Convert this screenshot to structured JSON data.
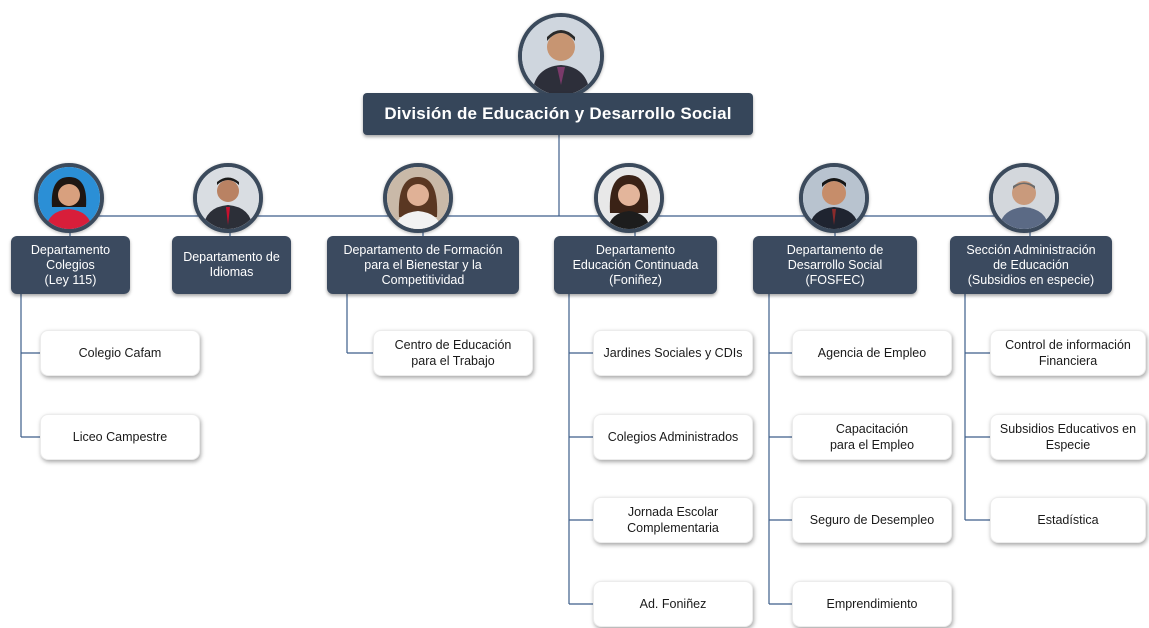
{
  "top": {
    "title": "División de Educación y Desarrollo Social",
    "photo": "person-photo"
  },
  "departments": [
    {
      "lines": [
        "Departamento",
        "Colegios",
        "(Ley 115)"
      ],
      "photo": "person-photo",
      "children": [
        {
          "lines": [
            "Colegio Cafam"
          ]
        },
        {
          "lines": [
            "Liceo Campestre"
          ]
        }
      ]
    },
    {
      "lines": [
        "Departamento de",
        "Idiomas"
      ],
      "photo": "person-photo",
      "children": []
    },
    {
      "lines": [
        "Departamento de Formación",
        "para el Bienestar y la",
        "Competitividad"
      ],
      "photo": "person-photo",
      "children": [
        {
          "lines": [
            "Centro de Educación",
            "para el Trabajo"
          ]
        }
      ]
    },
    {
      "lines": [
        "Departamento",
        "Educación Continuada",
        "(Foniñez)"
      ],
      "photo": "person-photo",
      "children": [
        {
          "lines": [
            "Jardines Sociales y CDIs"
          ]
        },
        {
          "lines": [
            "Colegios Administrados"
          ]
        },
        {
          "lines": [
            "Jornada Escolar",
            "Complementaria"
          ]
        },
        {
          "lines": [
            "Ad. Foniñez"
          ]
        }
      ]
    },
    {
      "lines": [
        "Departamento de",
        "Desarrollo Social",
        "(FOSFEC)"
      ],
      "photo": "person-photo",
      "children": [
        {
          "lines": [
            "Agencia de Empleo"
          ]
        },
        {
          "lines": [
            "Capacitación",
            "para el Empleo"
          ]
        },
        {
          "lines": [
            "Seguro de Desempleo"
          ]
        },
        {
          "lines": [
            "Emprendimiento"
          ]
        }
      ]
    },
    {
      "lines": [
        "Sección Administración",
        "de Educación",
        "(Subsidios en especie)"
      ],
      "photo": "person-photo",
      "children": [
        {
          "lines": [
            "Control de información",
            "Financiera"
          ]
        },
        {
          "lines": [
            "Subsidios Educativos en",
            "Especie"
          ]
        },
        {
          "lines": [
            "Estadística"
          ]
        }
      ]
    }
  ],
  "colors": {
    "box": "#3b4a5f",
    "line": "#3d5e8a",
    "card_bg": "#ffffff"
  }
}
